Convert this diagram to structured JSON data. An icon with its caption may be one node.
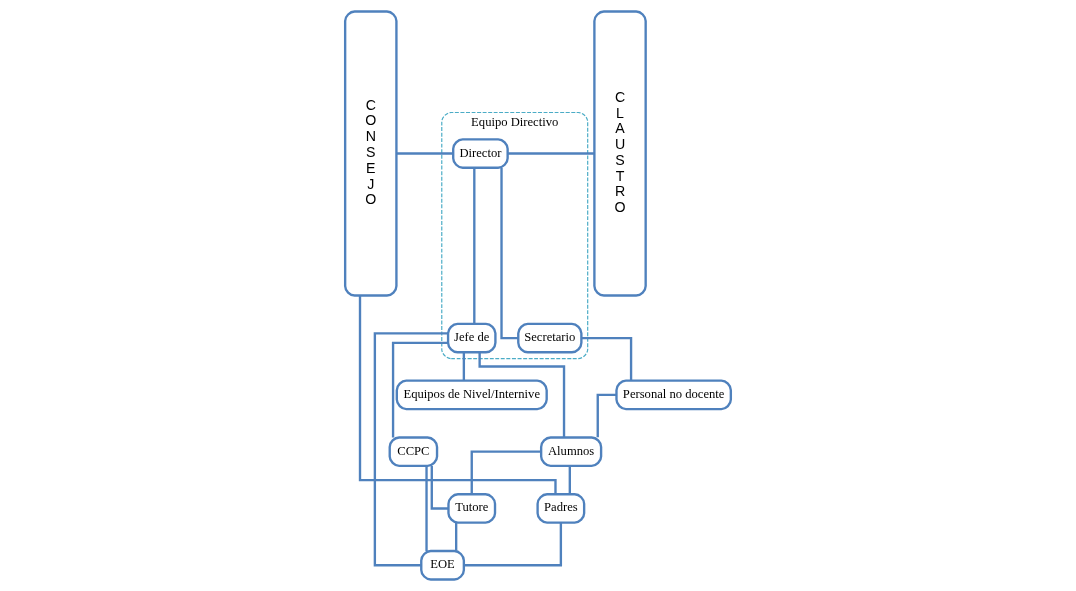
{
  "diagram": {
    "nodes": [
      {
        "text": [
          "CONSEJO"
        ]
      },
      {
        "text": [
          "Equipo Directivo"
        ]
      },
      {
        "text": [
          "Director"
        ],
        "in": 1
      },
      {
        "text": [
          "Secretario"
        ],
        "in": 1
      },
      {
        "text": [
          "Jefe de"
        ],
        "in": 1
      },
      {
        "text": [
          "CCPC"
        ]
      },
      {
        "text": [
          "Equipos de Nivel/Internive"
        ]
      },
      {
        "text": [
          "Personal no docente"
        ]
      },
      {
        "text": [
          "Alumnos"
        ]
      },
      {
        "text": [
          "Tutore"
        ]
      },
      {
        "text": [
          "Padres"
        ]
      },
      {
        "text": [
          "EOE"
        ]
      },
      {
        "text": [
          "CLAUSTRO"
        ]
      }
    ],
    "edges": [
      {
        "from": 0,
        "to": 2,
        "arrow": "none"
      },
      {
        "from": 2,
        "to": 12,
        "arrow": "none"
      },
      {
        "from": 2,
        "to": 3,
        "arrow": "none"
      },
      {
        "from": 2,
        "to": 4,
        "arrow": "none"
      },
      {
        "from": 4,
        "to": 5,
        "arrow": "none"
      },
      {
        "from": 4,
        "to": 6,
        "arrow": "none"
      },
      {
        "from": 3,
        "to": 7,
        "arrow": "none"
      },
      {
        "from": 4,
        "to": 8,
        "arrow": "none"
      },
      {
        "from": 4,
        "to": 11,
        "arrow": "none"
      },
      {
        "from": 5,
        "to": 9,
        "arrow": "none"
      },
      {
        "from": 5,
        "to": 11,
        "arrow": "none"
      },
      {
        "from": 7,
        "to": 8,
        "arrow": "none"
      },
      {
        "from": 8,
        "to": 9,
        "arrow": "none"
      },
      {
        "from": 8,
        "to": 10,
        "arrow": "none"
      },
      {
        "from": 9,
        "to": 11,
        "arrow": "none"
      },
      {
        "from": 0,
        "to": 10,
        "arrow": "none"
      },
      {
        "from": 10,
        "to": 11,
        "arrow": "none"
      }
    ]
  }
}
